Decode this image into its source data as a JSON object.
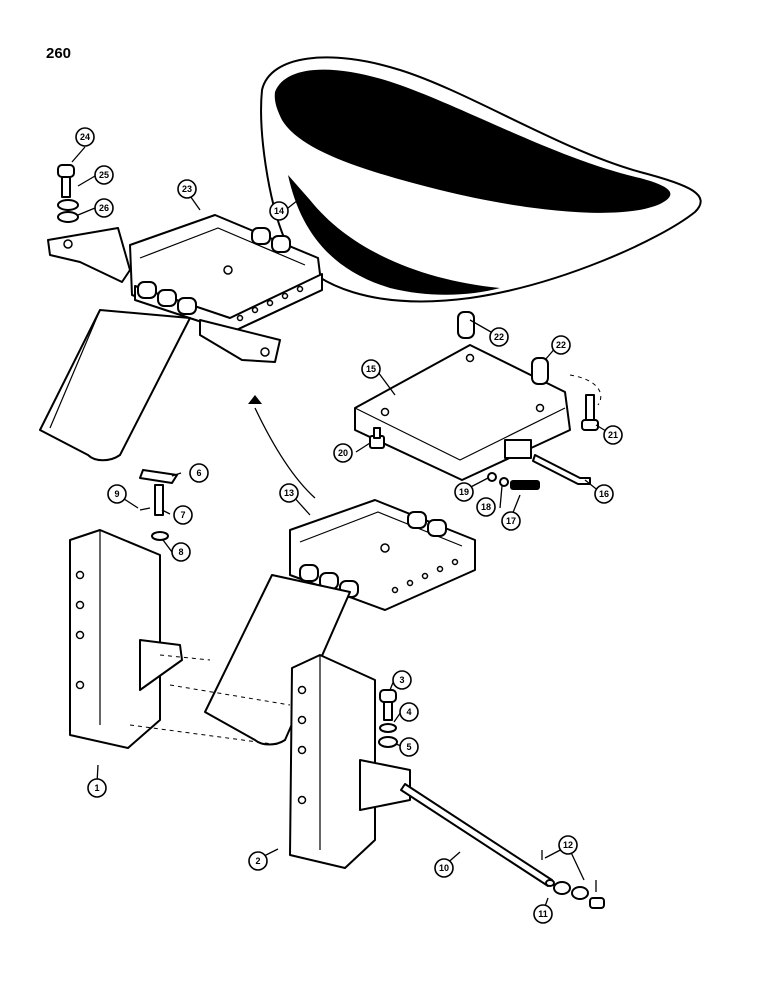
{
  "page_number": "260",
  "callouts": [
    "1",
    "2",
    "3",
    "4",
    "5",
    "6",
    "7",
    "8",
    "9",
    "10",
    "11",
    "12",
    "13",
    "14",
    "15",
    "16",
    "17",
    "18",
    "19",
    "20",
    "21",
    "22",
    "23",
    "24",
    "25",
    "26"
  ]
}
